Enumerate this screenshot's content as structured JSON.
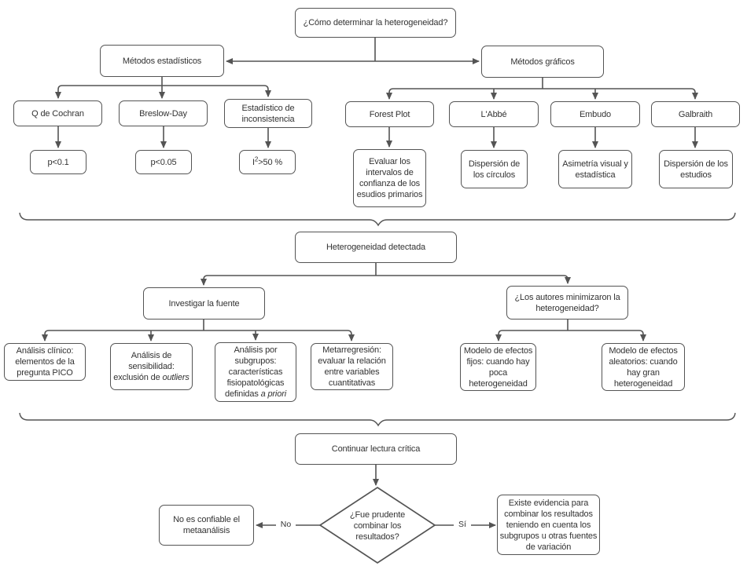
{
  "colors": {
    "node_border": "#545454",
    "connector": "#545454",
    "text": "#333333",
    "background": "#ffffff"
  },
  "nodes": {
    "root": {
      "label": "¿Cómo determinar la heterogeneidad?"
    },
    "metodos_estadisticos": {
      "label": "Métodos estadísticos"
    },
    "metodos_graficos": {
      "label": "Métodos gráficos"
    },
    "q_cochran": {
      "label": "Q de Cochran"
    },
    "breslow_day": {
      "label": "Breslow-Day"
    },
    "estadistico_inconsistencia": {
      "label": "Estadístico de inconsistencia"
    },
    "forest_plot": {
      "label": "Forest Plot"
    },
    "labbe": {
      "label": "L'Abbé"
    },
    "embudo": {
      "label": "Embudo"
    },
    "galbraith": {
      "label": "Galbraith"
    },
    "p_cochran": {
      "label": "p<0.1"
    },
    "p_breslow": {
      "label": "p<0.05"
    },
    "inconsistencia_umbral": {
      "pre": "I",
      "sup": "2",
      "post": ">50 %"
    },
    "evaluar_intervalos": {
      "label": "Evaluar los intervalos de confianza de los esudios primarios"
    },
    "dispersion_circulos": {
      "label": "Dispersión de los círculos"
    },
    "asimetria_visual": {
      "label": "Asimetría visual y estadística"
    },
    "dispersion_estudios": {
      "label": "Dispersión de los estudios"
    },
    "heterogeneidad_detectada": {
      "label": "Heterogeneidad detectada"
    },
    "investigar_fuente": {
      "label": "Investigar la fuente"
    },
    "autores_minimizaron": {
      "label": "¿Los autores minimizaron la heterogeneidad?"
    },
    "analisis_clinico": {
      "label": "Análisis clínico: elementos de la pregunta PICO"
    },
    "analisis_sensibilidad": {
      "label": "Análisis de sensibilidad: exclusión de",
      "italic": "outliers"
    },
    "analisis_subgrupos": {
      "label": "Análisis por subgrupos: características fisiopatológicas definidas",
      "italic": "a priori"
    },
    "metarregresion": {
      "label": "Metarregresión: evaluar la relación entre variables cuantitativas"
    },
    "modelo_efectos_fijos": {
      "label": "Modelo de efectos fijos: cuando hay poca heterogeneidad"
    },
    "modelo_efectos_aleatorios": {
      "label": "Modelo de efectos aleatorios: cuando hay gran heterogeneidad"
    },
    "continuar_lectura": {
      "label": "Continuar lectura crítica"
    },
    "fue_prudente": {
      "label": "¿Fue prudente combinar los resultados?"
    },
    "no_confiable": {
      "label": "No es confiable el metaanálisis"
    },
    "existe_evidencia": {
      "label": "Existe evidencia para combinar los resultados teniendo en cuenta los subgrupos u otras fuentes de variación"
    }
  },
  "edge_labels": {
    "no": "No",
    "si": "Sí"
  }
}
